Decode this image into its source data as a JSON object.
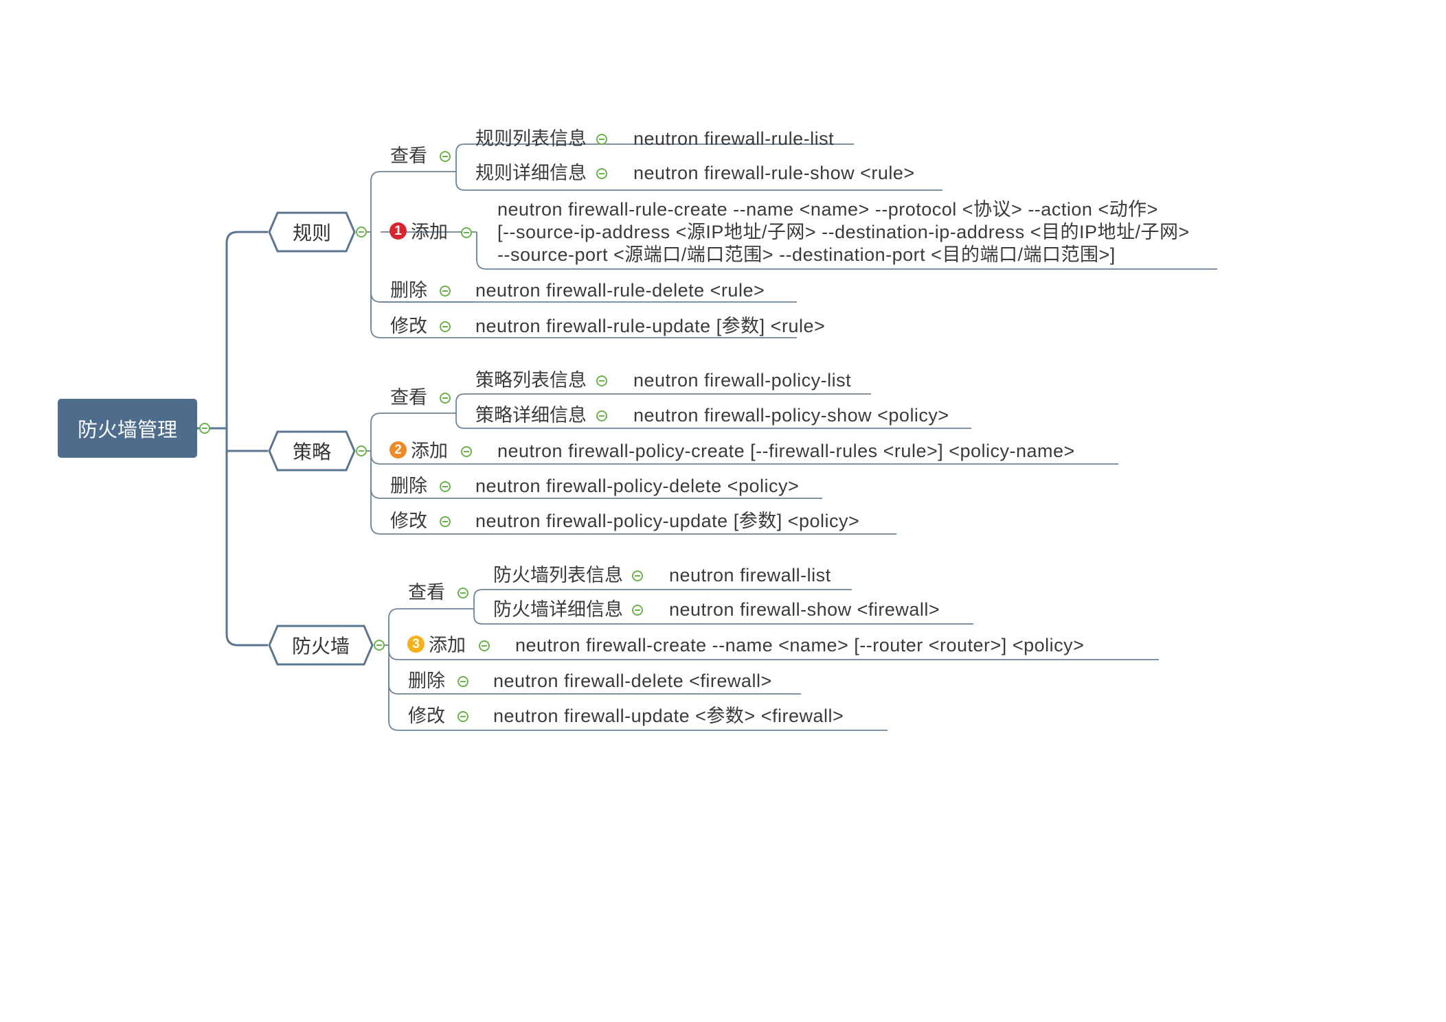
{
  "root": {
    "label": "防火墙管理"
  },
  "branches": [
    {
      "label": "规则",
      "view": {
        "label": "查看",
        "list": {
          "label": "规则列表信息",
          "cmd": "neutron  firewall-rule-list"
        },
        "detail": {
          "label": "规则详细信息",
          "cmd": "neutron  firewall-rule-show  <rule>"
        }
      },
      "add": {
        "badge": "1",
        "badge_color": "#d9232e",
        "label": "添加",
        "cmd_lines": [
          "neutron  firewall-rule-create  --name  <name>  --protocol  <协议> --action  <动作>",
          "[--source-ip-address  <源IP地址/子网>  --destination-ip-address  <目的IP地址/子网>",
          "--source-port <源端口/端口范围>  --destination-port  <目的端口/端口范围>]"
        ]
      },
      "delete": {
        "label": "删除",
        "cmd": "neutron  firewall-rule-delete  <rule>"
      },
      "update": {
        "label": "修改",
        "cmd": "neutron  firewall-rule-update  [参数]  <rule>"
      }
    },
    {
      "label": "策略",
      "view": {
        "label": "查看",
        "list": {
          "label": "策略列表信息",
          "cmd": "neutron  firewall-policy-list"
        },
        "detail": {
          "label": "策略详细信息",
          "cmd": "neutron  firewall-policy-show  <policy>"
        }
      },
      "add": {
        "badge": "2",
        "badge_color": "#f08a24",
        "label": "添加",
        "cmd": "neutron  firewall-policy-create  [--firewall-rules <rule>]  <policy-name>"
      },
      "delete": {
        "label": "删除",
        "cmd": "neutron  firewall-policy-delete  <policy>"
      },
      "update": {
        "label": "修改",
        "cmd": "neutron  firewall-policy-update  [参数]  <policy>"
      }
    },
    {
      "label": "防火墙",
      "view": {
        "label": "查看",
        "list": {
          "label": "防火墙列表信息",
          "cmd": "neutron  firewall-list"
        },
        "detail": {
          "label": "防火墙详细信息",
          "cmd": "neutron  firewall-show  <firewall>"
        }
      },
      "add": {
        "badge": "3",
        "badge_color": "#f5b01a",
        "label": "添加",
        "cmd": "neutron  firewall-create  --name  <name>  [--router  <router>]  <policy>"
      },
      "delete": {
        "label": "删除",
        "cmd": "neutron  firewall-delete  <firewall>"
      },
      "update": {
        "label": "修改",
        "cmd": "neutron  firewall-update  <参数>  <firewall>"
      }
    }
  ],
  "colors": {
    "trunk_line": "#5a7590",
    "branch_line": "#6c8398",
    "collapse_icon": "#6bb24a",
    "root_fill": "#4e6d8c"
  }
}
